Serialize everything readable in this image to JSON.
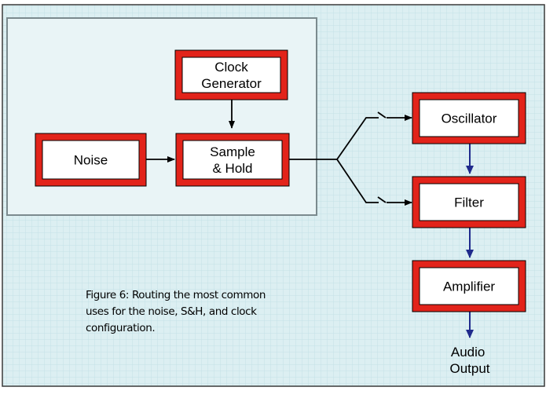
{
  "diagram": {
    "blocks": {
      "clock": {
        "lines": [
          "Clock",
          "Generator"
        ]
      },
      "noise": {
        "lines": [
          "Noise"
        ]
      },
      "sample_hold": {
        "lines": [
          "Sample",
          "& Hold"
        ]
      },
      "oscillator": {
        "lines": [
          "Oscillator"
        ]
      },
      "filter": {
        "lines": [
          "Filter"
        ]
      },
      "amplifier": {
        "lines": [
          "Amplifier"
        ]
      }
    },
    "output_label": {
      "lines": [
        "Audio",
        "Output"
      ]
    },
    "caption": {
      "lines": [
        "Figure 6: Routing the most common",
        "uses for the noise, S&H, and clock",
        "configuration."
      ]
    },
    "colors": {
      "background": "#dceff2",
      "grid": "#c4e1e7",
      "inner_panel": "#e9f4f6",
      "panel_border": "#7b8a8e",
      "block_red": "#e2231a",
      "block_fill": "#ffffff",
      "block_outline": "#000000",
      "wire": "#000000",
      "arrow_blue": "#1f2a8c",
      "frame_border": "#3a3a3a"
    }
  }
}
